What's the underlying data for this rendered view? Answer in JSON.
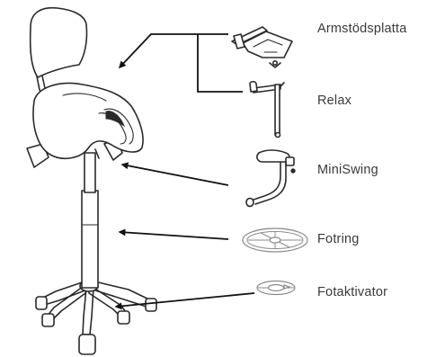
{
  "labels": [
    "Armstödsplatta",
    "Relax",
    "MiniSwing",
    "Fotring",
    "Fotaktivator"
  ]
}
